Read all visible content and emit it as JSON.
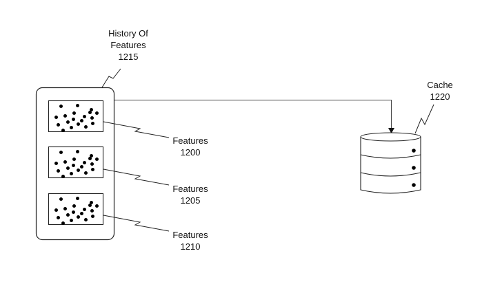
{
  "diagram": {
    "type": "patent-figure",
    "colors": {
      "stroke": "#222222",
      "dot": "#000000",
      "background": "#ffffff",
      "text": "#111111"
    },
    "history": {
      "label_line1": "History Of",
      "label_line2": "Features",
      "ref": "1215"
    },
    "feature_sets": [
      {
        "label": "Features",
        "ref": "1200"
      },
      {
        "label": "Features",
        "ref": "1205"
      },
      {
        "label": "Features",
        "ref": "1210"
      }
    ],
    "cache": {
      "label": "Cache",
      "ref": "1220",
      "tiers": 3
    },
    "connection": {
      "from": "history-1215",
      "to": "cache-1220",
      "arrow": "single-headed"
    }
  }
}
